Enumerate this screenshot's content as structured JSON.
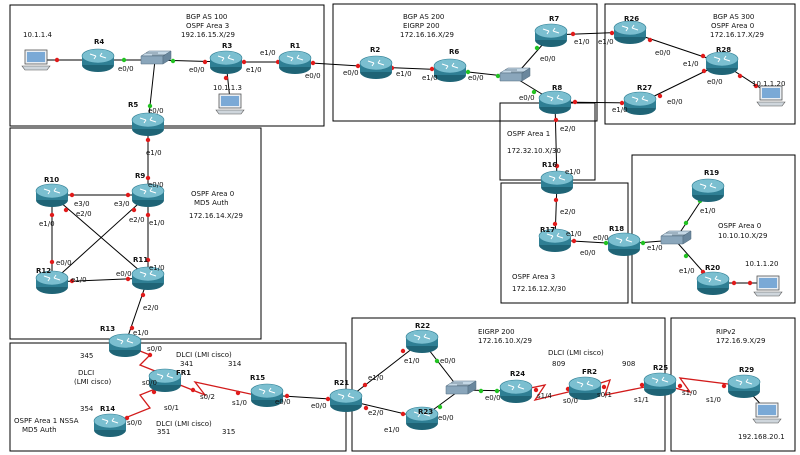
{
  "areas": [
    {
      "id": "bgp100",
      "lines": [
        "BGP AS 100",
        "OSPF Area 3",
        "192.16.15.X/29"
      ]
    },
    {
      "id": "bgp200",
      "lines": [
        "BGP AS 200",
        "EIGRP 200",
        "172.16.16.X/29"
      ]
    },
    {
      "id": "bgp300",
      "lines": [
        "BGP AS 300",
        "OSPF Area 0",
        "172.16.17.X/29"
      ]
    },
    {
      "id": "ospf0md5",
      "lines": [
        "OSPF Area 0",
        "MD5 Auth",
        "172.16.14.X/29"
      ]
    },
    {
      "id": "ospf1",
      "lines": [
        "OSPF Area 1",
        "172.32.10.X/30"
      ]
    },
    {
      "id": "ospf3",
      "lines": [
        "OSPF Area 3",
        "172.16.12.X/30"
      ]
    },
    {
      "id": "ospf0b",
      "lines": [
        "OSPF Area 0",
        "10.10.10.X/29"
      ]
    },
    {
      "id": "eigrp200",
      "lines": [
        "EIGRP 200",
        "172.16.10.X/29"
      ]
    },
    {
      "id": "rip",
      "lines": [
        "RIPv2",
        "172.16.9.X/29"
      ]
    },
    {
      "id": "nssa",
      "lines": [
        "OSPF Area 1 NSSA",
        "MD5 Auth"
      ]
    }
  ],
  "routers": {
    "R1": "R1",
    "R2": "R2",
    "R3": "R3",
    "R4": "R4",
    "R5": "R5",
    "R6": "R6",
    "R7": "R7",
    "R8": "R8",
    "R9": "R9",
    "R10": "R10",
    "R11": "R11",
    "R12": "R12",
    "R13": "R13",
    "R14": "R14",
    "R15": "R15",
    "R16": "R16",
    "R17": "R17",
    "R18": "R18",
    "R19": "R19",
    "R20": "R20",
    "R21": "R21",
    "R22": "R22",
    "R23": "R23",
    "R24": "R24",
    "R25": "R25",
    "R26": "R26",
    "R27": "R27",
    "R28": "R28",
    "R29": "R29",
    "FR1": "FR1",
    "FR2": "FR2"
  },
  "hosts": {
    "h1": "10.1.1.4",
    "h2": "10.1.1.3",
    "h3": "10.1.1.20",
    "h4": "10.1.1.20",
    "h5": "192.168.20.1"
  },
  "frame_relay": {
    "fr1_title": "DLCI  (LMI cisco)",
    "fr1_left": "DLCI",
    "fr1_left2": "(LMI cisco)",
    "fr1_bottom": "DLCI (LMI cisco)",
    "fr2_title": "DLCI  (LMI  cisco)",
    "dlci": {
      "d345": "345",
      "d341": "341",
      "d314": "314",
      "d354": "354",
      "d351": "351",
      "d315": "315",
      "d809": "809",
      "d908": "908"
    }
  },
  "interfaces": {
    "r4_e00": "e0/0",
    "r3_e00": "e0/0",
    "r3_e10": "e1/0",
    "r1_e10": "e1/0",
    "r1_e00": "e0/0",
    "r2_e00": "e0/0",
    "r2_e10": "e1/0",
    "r6_e10": "e1/0",
    "r6_e00": "e0/0",
    "r7_e00": "e0/0",
    "r7_e10": "e1/0",
    "r8_e00": "e0/0",
    "r8_e20": "e2/0",
    "r26_e10": "e1/0",
    "r26_e00": "e0/0",
    "r28_e10": "e1/0",
    "r28_e00": "e0/0",
    "r27_e10": "e1/0",
    "r27_e00": "e0/0",
    "r5_e00": "e0/0",
    "r5_e10": "e1/0",
    "r9_e00": "e0/0",
    "r9_e30": "e3/0",
    "r9_e20": "e2/0",
    "r9_e10": "e1/0",
    "r10_e30": "e3/0",
    "r10_e20": "e2/0",
    "r10_e10": "e1/0",
    "r12_e00": "e0/0",
    "r12_e10": "e1/0",
    "r11_e10": "e1/0",
    "r11_e00": "e0/0",
    "r11_e20": "e2/0",
    "r13_e10": "e1/0",
    "r13_s00": "s0/0",
    "r16_e10": "e1/0",
    "r16_e20": "e2/0",
    "r17_e10": "e1/0",
    "r17_e00": "e0/0",
    "r18_e00": "e0/0",
    "r18_e10": "e1/0",
    "r19_e10": "e1/0",
    "r20_e10": "e1/0",
    "fr1_s00": "s0/0",
    "fr1_s01": "s0/1",
    "fr1_s02": "s0/2",
    "r14_s00": "s0/0",
    "r15_s10": "s1/0",
    "r15_e00": "e0/0",
    "r21_e00": "e0/0",
    "r21_e10": "e1/0",
    "r21_e20": "e2/0",
    "r22_e10": "e1/0",
    "r22_e00": "e0/0",
    "r23_e10": "e1/0",
    "r23_e00": "e0/0",
    "r24_e00": "e0/0",
    "r24_s14": "s1/4",
    "fr2_s00": "s0/0",
    "fr2_s01": "s0/1",
    "r25_s11": "s1/1",
    "r25_s10": "s1/0",
    "r29_s10": "s1/0"
  },
  "colors": {
    "serial": "#d21b1b",
    "up": "#22c322",
    "down": "#e01b1b",
    "router_top": "#7bbfd0",
    "router_body": "#2f7f94",
    "switch": "#8aa6bb"
  }
}
